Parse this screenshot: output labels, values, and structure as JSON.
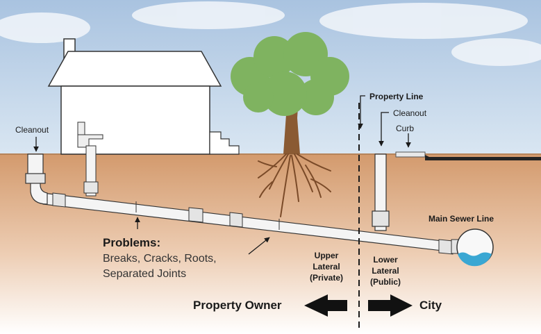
{
  "labels": {
    "cleanout_left": "Cleanout",
    "property_line": "Property Line",
    "cleanout_right": "Cleanout",
    "curb": "Curb",
    "main_sewer_line": "Main Sewer Line",
    "problems_title": "Problems:",
    "problems_line1": "Breaks, Cracks, Roots,",
    "problems_line2": "Separated Joints",
    "upper_lateral_1": "Upper",
    "upper_lateral_2": "Lateral",
    "upper_lateral_3": "(Private)",
    "lower_lateral_1": "Lower",
    "lower_lateral_2": "Lateral",
    "lower_lateral_3": "(Public)",
    "property_owner": "Property Owner",
    "city": "City"
  },
  "colors": {
    "sky": "#b9cfe6",
    "soil": "#d7a27a",
    "pipe": "#f4f4f4",
    "foliage": "#7fb360",
    "trunk": "#8a5a33",
    "water": "#3aa7d3",
    "ink": "#1a1a1a"
  }
}
